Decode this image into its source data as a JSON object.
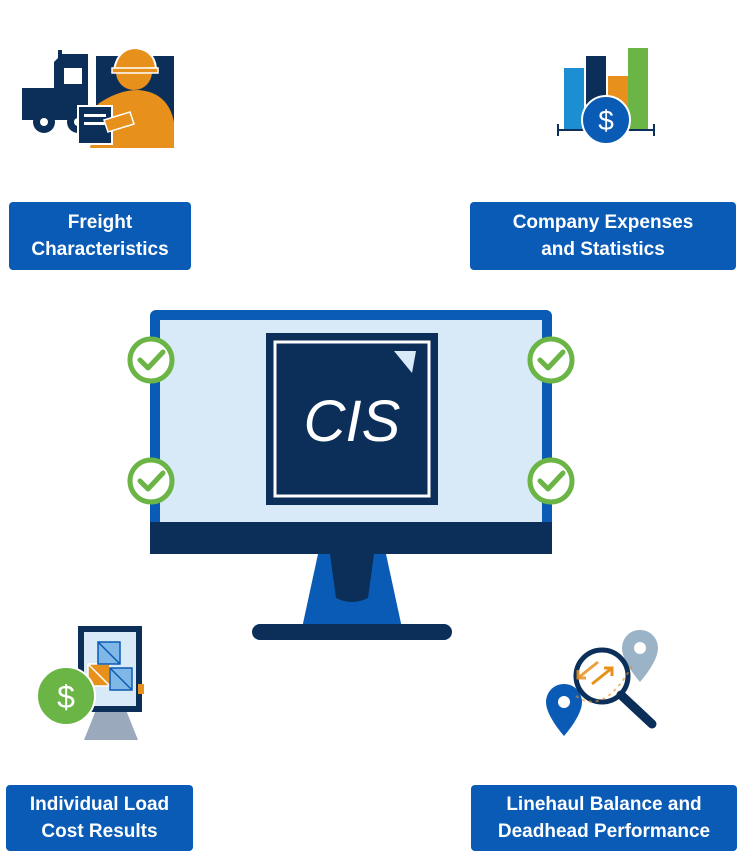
{
  "labels": {
    "freight": {
      "line1": "Freight",
      "line2": "Characteristics"
    },
    "expenses": {
      "line1": "Company Expenses",
      "line2": "and Statistics"
    },
    "load_cost": {
      "line1": "Individual Load",
      "line2": "Cost Results"
    },
    "linehaul": {
      "line1": "Linehaul Balance and",
      "line2": "Deadhead Performance"
    }
  },
  "center": {
    "logo_text": "CIS"
  },
  "icons": {
    "freight": "truck-worker-icon",
    "expenses": "bar-chart-dollar-icon",
    "load_cost": "trailer-boxes-dollar-icon",
    "linehaul": "map-pins-magnifier-icon",
    "check": "check-circle-icon",
    "monitor": "monitor-icon"
  },
  "dollar_sign": "$",
  "colors": {
    "label_bg": "#0a5bb5",
    "navy": "#0b2f58",
    "monitor_blue": "#0a5bb5",
    "screen_light": "#d8eaf8",
    "orange": "#e8901c",
    "green": "#6bb446",
    "light_blue": "#1b8fd2"
  }
}
